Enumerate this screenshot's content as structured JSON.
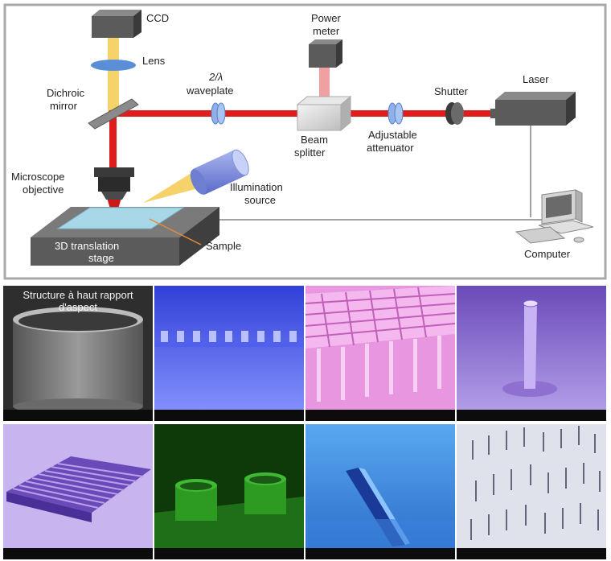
{
  "setup": {
    "labels": {
      "ccd": "CCD",
      "lens": "Lens",
      "dichroic_line1": "Dichroic",
      "dichroic_line2": "mirror",
      "waveplate_line1": "2/λ",
      "waveplate_line2": "waveplate",
      "power_line1": "Power",
      "power_line2": "meter",
      "beam_line1": "Beam",
      "beam_line2": "splitter",
      "attenuator_line1": "Adjustable",
      "attenuator_line2": "attenuator",
      "shutter": "Shutter",
      "laser": "Laser",
      "objective_line1": "Microscope",
      "objective_line2": "objective",
      "illumination_line1": "Illumination",
      "illumination_line2": "source",
      "stage_line1": "3D translation",
      "stage_line2": "stage",
      "sample": "Sample",
      "computer": "Computer"
    },
    "colors": {
      "laser_beam": "#e01d1d",
      "imaging_beam": "#f5d36a",
      "monitor_beam": "#f0a0a0",
      "lens": "#5a8fd8",
      "device_dark": "#5b5b5b",
      "illumination": "#7f8fd8"
    }
  },
  "gallery": {
    "caption_line1": "Structure à haut rapport",
    "caption_line2": "d'aspect",
    "images": [
      {
        "subject": "cylinder",
        "tint": "#8a8a8a"
      },
      {
        "subject": "pillar-row",
        "tint": "#5d6ef0"
      },
      {
        "subject": "grid-walls",
        "tint": "#e896e0"
      },
      {
        "subject": "tube",
        "tint": "#9f7fd8"
      },
      {
        "subject": "line-array",
        "tint": "#b8a4e8"
      },
      {
        "subject": "cylinders",
        "tint": "#2d9a22"
      },
      {
        "subject": "slanted-wall",
        "tint": "#4a9ae8"
      },
      {
        "subject": "needle-array",
        "tint": "#e4e6ee"
      }
    ]
  }
}
